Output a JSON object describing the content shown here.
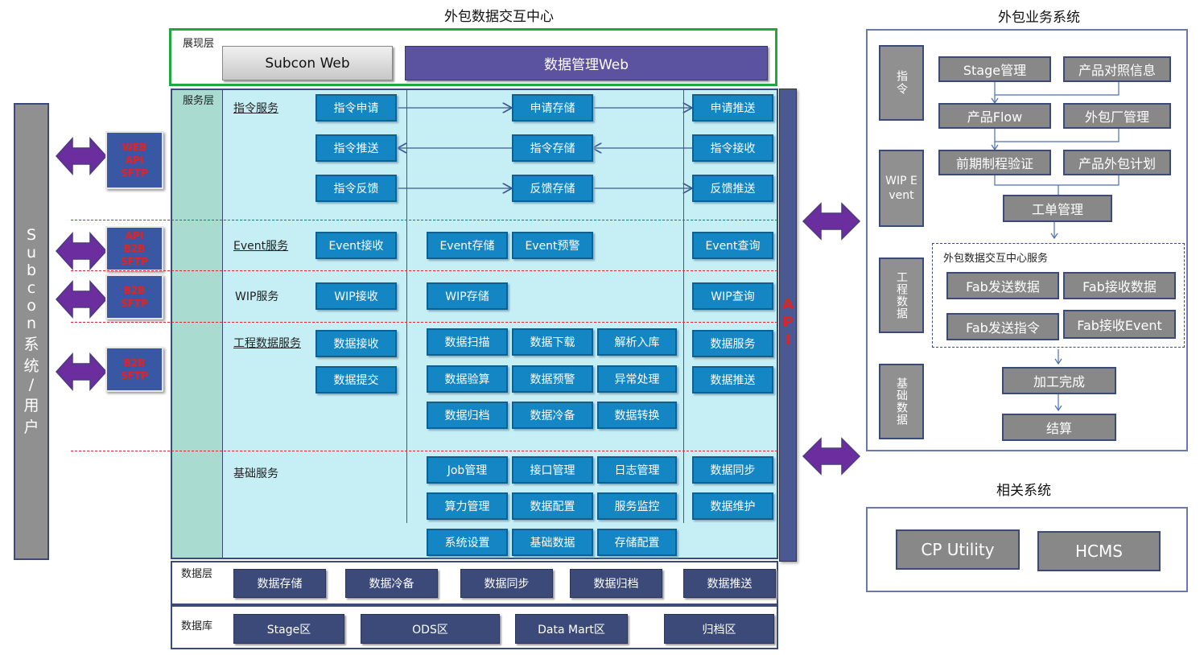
{
  "center_title": "外包数据交互中心",
  "right_title": "外包业务系统",
  "related_title": "相关系统",
  "left_panel": {
    "label_chars": [
      "S",
      "u",
      "b",
      "c",
      "o",
      "n",
      "系",
      "统",
      "/",
      "用",
      "户"
    ]
  },
  "protocols": [
    {
      "lines": [
        "WEB",
        "API",
        "SFTP"
      ]
    },
    {
      "lines": [
        "API",
        "B2B",
        "SFTP"
      ]
    },
    {
      "lines": [
        "B2B",
        "SFTP"
      ]
    },
    {
      "lines": [
        "B2B",
        "SFTP"
      ]
    }
  ],
  "presentation": {
    "label": "展现层",
    "subcon_web": "Subcon Web",
    "data_web": "数据管理Web"
  },
  "service_layer": {
    "label": "服务层",
    "api_chars": [
      "A",
      "P",
      "I"
    ]
  },
  "instruction": {
    "label": "指令服务",
    "left": [
      "指令申请",
      "指令推送",
      "指令反馈"
    ],
    "mid": [
      "申请存储",
      "指令存储",
      "反馈存储"
    ],
    "right": [
      "申请推送",
      "指令接收",
      "反馈推送"
    ]
  },
  "event": {
    "label": "Event服务",
    "recv": "Event接收",
    "store": "Event存储",
    "warn": "Event预警",
    "query": "Event查询"
  },
  "wip": {
    "label": "WIP服务",
    "recv": "WIP接收",
    "store": "WIP存储",
    "query": "WIP查询"
  },
  "engineering": {
    "label": "工程数据服务",
    "left": [
      "数据接收",
      "数据提交"
    ],
    "grid": [
      [
        "数据扫描",
        "数据下载",
        "解析入库"
      ],
      [
        "数据验算",
        "数据预警",
        "异常处理"
      ],
      [
        "数据归档",
        "数据冷备",
        "数据转换"
      ]
    ],
    "right": [
      "数据服务",
      "数据推送"
    ]
  },
  "base": {
    "label": "基础服务",
    "grid": [
      [
        "Job管理",
        "接口管理",
        "日志管理"
      ],
      [
        "算力管理",
        "数据配置",
        "服务监控"
      ],
      [
        "系统设置",
        "基础数据",
        "存储配置"
      ]
    ],
    "right": [
      "数据同步",
      "数据维护"
    ]
  },
  "data_layer": {
    "label": "数据层",
    "items": [
      "数据存储",
      "数据冷备",
      "数据同步",
      "数据归档",
      "数据推送"
    ]
  },
  "database": {
    "label": "数据库",
    "items": [
      "Stage区",
      "ODS区",
      "Data Mart区",
      "归档区"
    ]
  },
  "biz": {
    "side": [
      "指令",
      "WIP Event",
      "工程数据",
      "基础数据"
    ],
    "stage": "Stage管理",
    "product_map": "产品对照信息",
    "product_flow": "产品Flow",
    "vendor": "外包厂管理",
    "early_verify": "前期制程验证",
    "outsourcing_plan": "产品外包计划",
    "work_order": "工单管理",
    "center_service": "外包数据交互中心服务",
    "fab_send_data": "Fab发送数据",
    "fab_recv_data": "Fab接收数据",
    "fab_send_cmd": "Fab发送指令",
    "fab_recv_event": "Fab接收Event",
    "processing_done": "加工完成",
    "settlement": "结算"
  },
  "related": [
    "CP Utility",
    "HCMS"
  ],
  "colors": {
    "blue_box": "#1486c4",
    "navy_box": "#3b4a78",
    "service_bg": "#c6eff5",
    "side_bg": "#a9dbd1",
    "arrow": "#6c2e9e",
    "dash": "#d9262d",
    "present_border": "#1fa83b"
  }
}
